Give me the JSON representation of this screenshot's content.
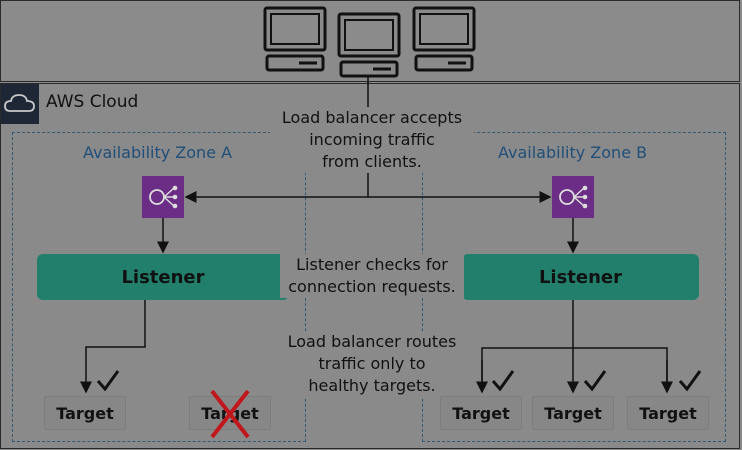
{
  "cloud": {
    "title": "AWS Cloud"
  },
  "zones": [
    {
      "label": "Availability Zone A"
    },
    {
      "label": "Availability Zone B"
    }
  ],
  "notes": {
    "accepts": [
      "Load balancer accepts",
      "incoming traffic",
      "from clients."
    ],
    "listener": [
      "Listener checks for",
      "connection requests."
    ],
    "routes": [
      "Load balancer routes",
      "traffic only to",
      "healthy targets."
    ]
  },
  "listeners": [
    "Listener",
    "Listener"
  ],
  "targets": [
    {
      "label": "Target",
      "healthy": true
    },
    {
      "label": "Target",
      "healthy": false
    },
    {
      "label": "Target",
      "healthy": true
    },
    {
      "label": "Target",
      "healthy": true
    },
    {
      "label": "Target",
      "healthy": true
    }
  ],
  "clients_count": 3,
  "icons": {
    "client": "desktop-computer-icon",
    "cloud": "cloud-icon",
    "load_balancer": "load-balancer-icon",
    "healthy": "checkmark-icon",
    "unhealthy": "red-x-icon"
  },
  "colors": {
    "listener": "#217f6c",
    "zone": "#2f5a78",
    "load_balancer": "#6b2d86",
    "unhealthy": "#c0161c"
  }
}
